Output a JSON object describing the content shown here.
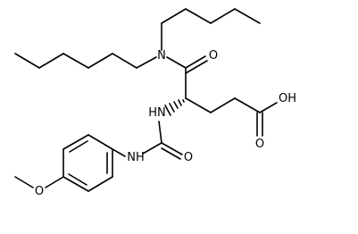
{
  "molecule": {
    "atom_labels": {
      "amide_n": "N",
      "amide_o": "O",
      "alpha_nh": "HN",
      "acid_oh": "OH",
      "acid_o": "O",
      "urea_o": "O",
      "urea_nh": "NH",
      "methoxy_o": "O"
    },
    "stereo": "alpha carbon wedge (hashed)",
    "bond_color": "#000000",
    "background": "#ffffff"
  }
}
